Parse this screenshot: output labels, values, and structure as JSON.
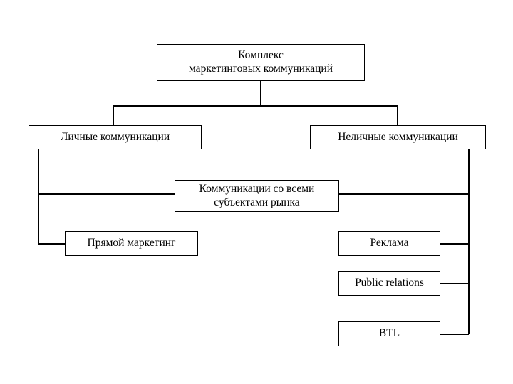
{
  "diagram": {
    "title_text": "Комплекс маркетинговых коммуникаций",
    "type": "hierarchy-tree",
    "nodes": {
      "root": {
        "label": "Комплекс\nмаркетинговых коммуникаций",
        "level": 0
      },
      "personal": {
        "label": "Личные коммуникации",
        "level": 1
      },
      "impersonal": {
        "label": "Неличные коммуникации",
        "level": 1
      },
      "all_subjects": {
        "label": "Коммуникации со всеми\nсубъектами рынка",
        "level": 2
      },
      "direct_marketing": {
        "label": "Прямой маркетинг",
        "level": 3
      },
      "advertising": {
        "label": "Реклама",
        "level": 3
      },
      "public_relations": {
        "label": "Public relations",
        "level": 3
      },
      "btl": {
        "label": "BTL",
        "level": 3
      }
    },
    "colors": {
      "background": "#ffffff",
      "border": "#000000",
      "text": "#000000",
      "connector": "#000000"
    }
  }
}
